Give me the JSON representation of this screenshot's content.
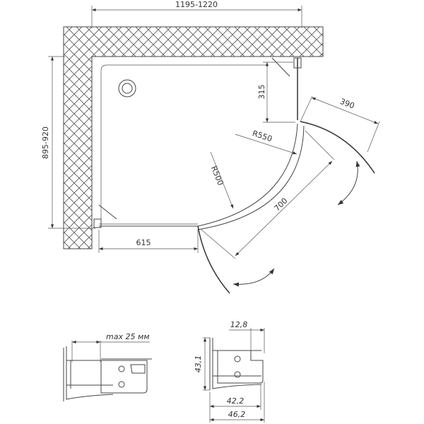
{
  "drawing": {
    "dimensions": {
      "width": "1195-1220",
      "depth": "895-920",
      "fixed_panel_side": "315",
      "door_right": "390",
      "radius_outer": "R550",
      "radius_inner": "R500",
      "diagonal": "700",
      "fixed_panel_bottom": "615"
    },
    "profile": {
      "adjust": "max 25 мм",
      "offset": "12,8",
      "height": "43,1",
      "inner_width": "42,2",
      "outer_width": "46,2"
    },
    "colors": {
      "line": "#444444",
      "background": "#ffffff"
    }
  }
}
